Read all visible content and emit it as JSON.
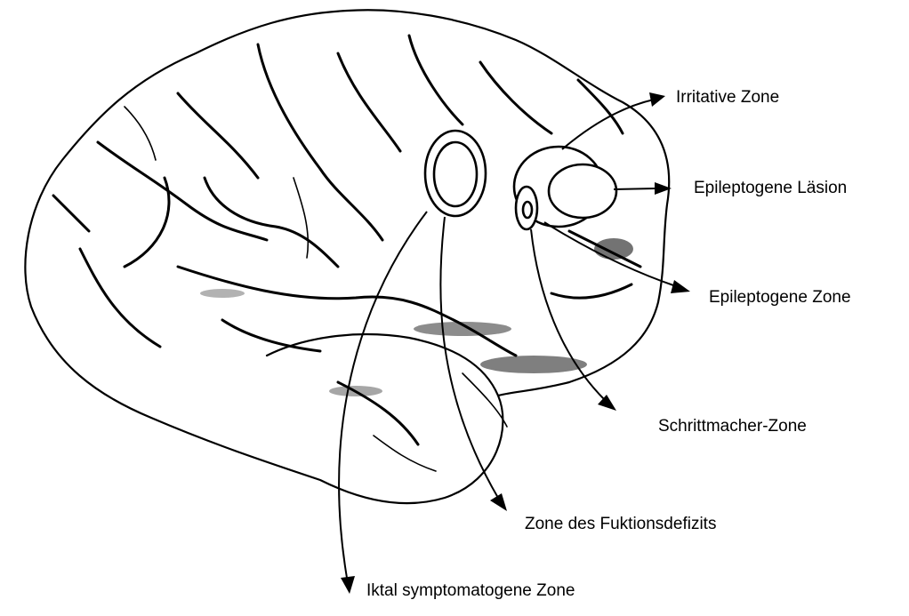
{
  "labels": {
    "irritative": "Irritative Zone",
    "lesion": "Epileptogene Läsion",
    "epileptogenic": "Epileptogene Zone",
    "pacemaker": "Schrittmacher-Zone",
    "deficit": "Zone des Fuktionsdefizits",
    "ictal": "Iktal symptomatogene Zone"
  },
  "colors": {
    "ink": "#000000",
    "paper": "#ffffff"
  }
}
